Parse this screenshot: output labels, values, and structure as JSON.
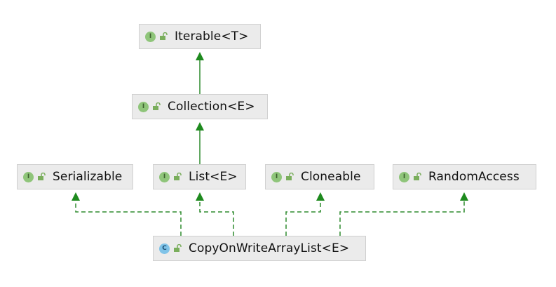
{
  "diagram": {
    "nodes": [
      {
        "id": "iterable",
        "name": "Iterable<T>",
        "kind": "interface",
        "badge": "I"
      },
      {
        "id": "collection",
        "name": "Collection<E>",
        "kind": "interface",
        "badge": "I"
      },
      {
        "id": "serializable",
        "name": "Serializable",
        "kind": "interface",
        "badge": "I"
      },
      {
        "id": "list",
        "name": "List<E>",
        "kind": "interface",
        "badge": "I"
      },
      {
        "id": "cloneable",
        "name": "Cloneable",
        "kind": "interface",
        "badge": "I"
      },
      {
        "id": "randomaccess",
        "name": "RandomAccess",
        "kind": "interface",
        "badge": "I"
      },
      {
        "id": "cowal",
        "name": "CopyOnWriteArrayList<E>",
        "kind": "class",
        "badge": "C"
      }
    ],
    "edges": [
      {
        "from": "collection",
        "to": "iterable",
        "type": "extends"
      },
      {
        "from": "list",
        "to": "collection",
        "type": "extends"
      },
      {
        "from": "cowal",
        "to": "serializable",
        "type": "implements"
      },
      {
        "from": "cowal",
        "to": "list",
        "type": "implements"
      },
      {
        "from": "cowal",
        "to": "cloneable",
        "type": "implements"
      },
      {
        "from": "cowal",
        "to": "randomaccess",
        "type": "implements"
      }
    ],
    "colors": {
      "edge": "#2e8b2e",
      "arrow": "#1e8a1e",
      "node_bg": "#ebebeb",
      "node_border": "#d0d0d0",
      "interface_badge": "#8fc57a",
      "class_badge": "#7fc3e8",
      "lock": "#7aae5c"
    }
  }
}
